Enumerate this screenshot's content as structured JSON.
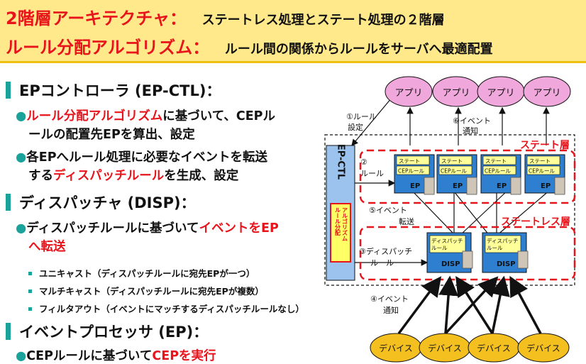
{
  "header": {
    "line1_red": "2階層アーキテクチャ：",
    "line1_black": "ステートレス処理とステート処理の２階層",
    "line2_red": "ルール分配アルゴリズム：",
    "line2_black": "ルール間の関係からルールをサーバへ最適配置"
  },
  "sections": {
    "s1": {
      "title": "EPコントローラ (EP-CTL)：",
      "b1_red": "ルール分配アルゴリズム",
      "b1_rest": "に基づいて、CEPル",
      "b1_line2": "ールの配置先EPを算出、設定",
      "b2_line1": "各EPへルール処理に必要なイベントを転送",
      "b2_pre": "する",
      "b2_red": "ディスパッチルール",
      "b2_post": "を生成、設定"
    },
    "s2": {
      "title": "ディスパッチャ (DISP)：",
      "b1_pre": "ディスパッチルールに基づいて",
      "b1_red": "イベントをEP",
      "b1_line2_red": "へ転送",
      "sub1": "ユニキャスト（ディスパッチルールに宛先EPが一つ）",
      "sub2": "マルチキャスト（ディスパッチルールに宛先EPが複数）",
      "sub3": "フィルタアウト（イベントにマッチするディスパッチルールなし）"
    },
    "s3": {
      "title": "イベントプロセッサ (EP)：",
      "b1_pre": "CEPルールに基づいて",
      "b1_red": "CEPを実行"
    }
  },
  "diagram": {
    "apps": [
      "アプリ",
      "アプリ",
      "アプリ",
      "アプリ"
    ],
    "devices": [
      "デバイス",
      "デバイス",
      "デバイス",
      "デバイス"
    ],
    "ep_ctl_label": "EP-CTL",
    "ep_ctl_box_line1": "ルール分配",
    "ep_ctl_box_line2": "アルゴリズム",
    "stateful_layer": "ステート層",
    "stateless_layer": "ステートレス層",
    "ep_state_label": "ステート",
    "ep_rule_label": "CEPルール",
    "ep_label": "EP",
    "disp_rule_line1": "ディスパッチ",
    "disp_rule_line2": "ルール",
    "disp_label": "DISP",
    "step1_line1": "①ルール",
    "step1_line2": "設定",
    "step2_line1": "②",
    "step2_line2": "ルール",
    "step3_line1": "③ディスパッチ",
    "step3_line2": "ルール",
    "step4_line1": "④イベント",
    "step4_line2": "通知",
    "step5_line1": "⑤イベント",
    "step5_line2": "転送",
    "step6_line1": "⑥イベント",
    "step6_line2": "通知",
    "colors": {
      "app_fill": "#f0a8dc",
      "device_fill": "#f4c020",
      "layer_red": "#e8141c",
      "node_blue": "#2e7fd0",
      "note_yellow": "#ffff99",
      "ctl_blue": "#9cc3ee"
    }
  }
}
